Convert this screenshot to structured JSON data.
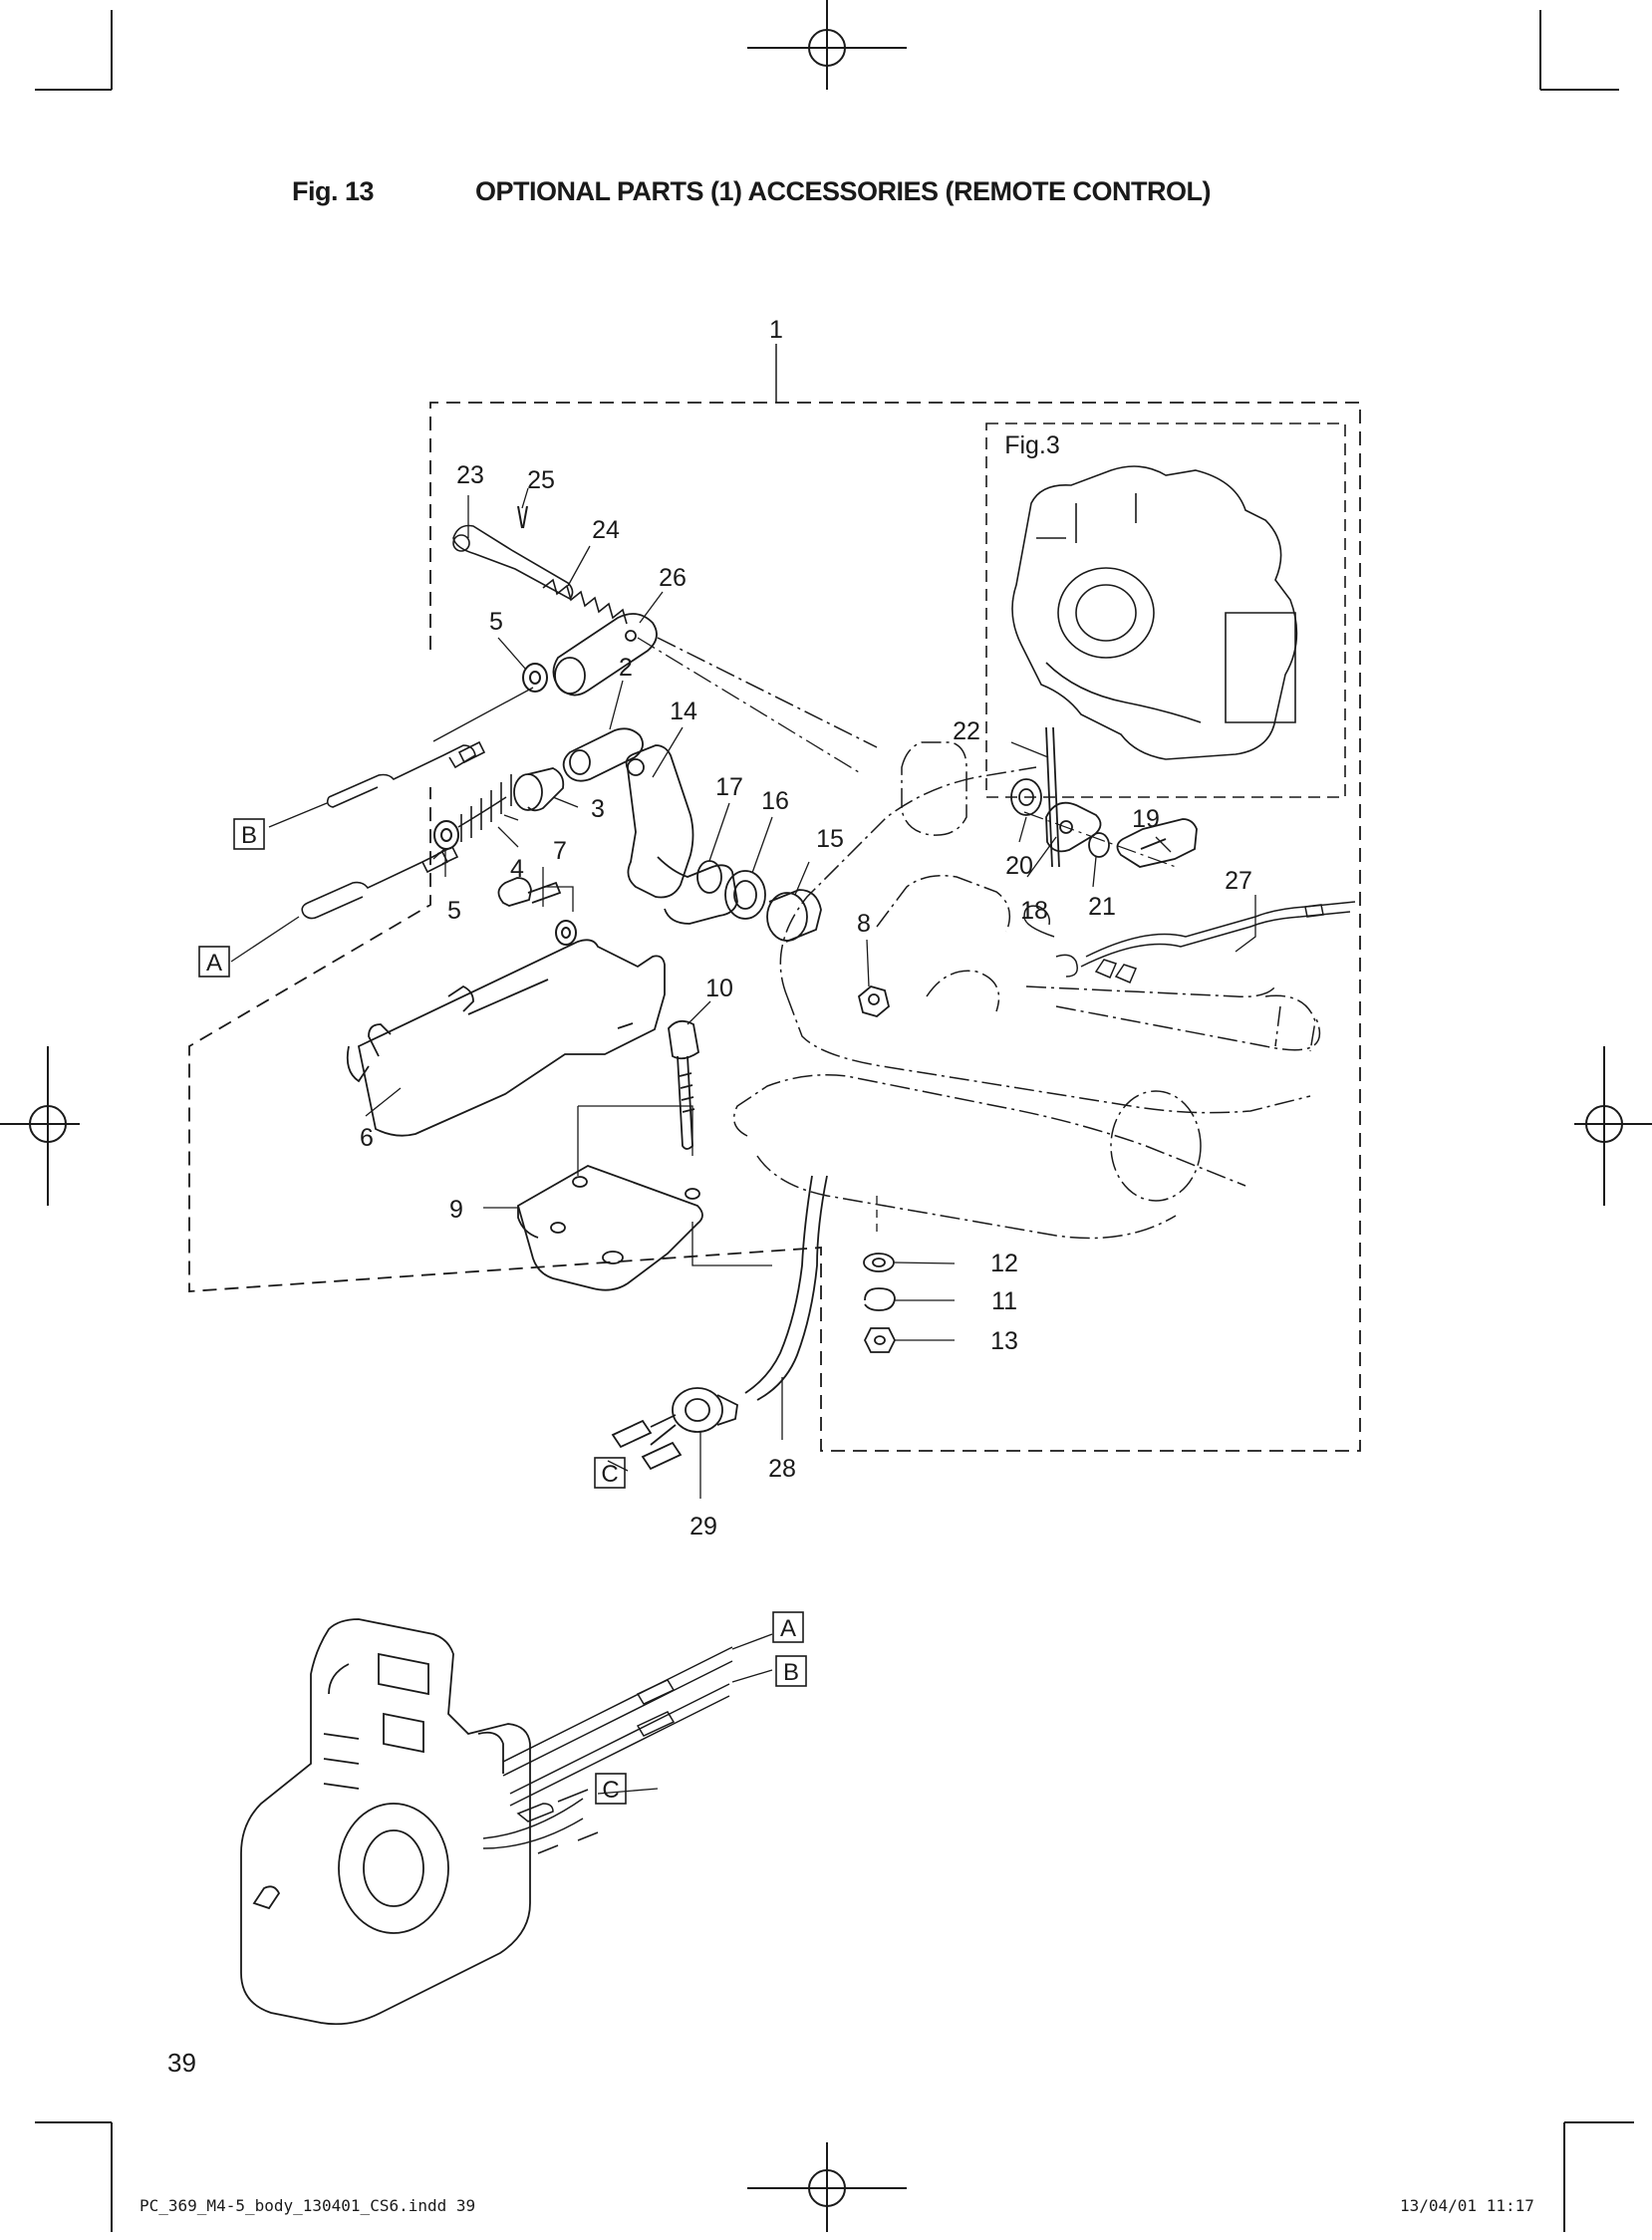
{
  "header": {
    "fig_number": "Fig. 13",
    "title": "OPTIONAL PARTS (1) ACCESSORIES (REMOTE CONTROL)"
  },
  "callouts": {
    "c1": "1",
    "c2": "2",
    "c3": "3",
    "c4": "4",
    "c5a": "5",
    "c5b": "5",
    "c6": "6",
    "c7": "7",
    "c8": "8",
    "c9": "9",
    "c10": "10",
    "c11": "11",
    "c12": "12",
    "c13": "13",
    "c14": "14",
    "c15": "15",
    "c16": "16",
    "c17": "17",
    "c18": "18",
    "c19": "19",
    "c20": "20",
    "c21": "21",
    "c22": "22",
    "c23": "23",
    "c24": "24",
    "c25": "25",
    "c26": "26",
    "c27": "27",
    "c28": "28",
    "c29": "29",
    "fig3": "Fig.3"
  },
  "connectors": {
    "a_top": "A",
    "b_top": "B",
    "c_top": "C",
    "a_bottom": "A",
    "b_bottom": "B",
    "c_bottom": "C"
  },
  "footer": {
    "page_number": "39",
    "file_slug": "PC_369_M4-5_body_130401_CS6.indd   39",
    "date_slug": "13/04/01   11:17"
  }
}
